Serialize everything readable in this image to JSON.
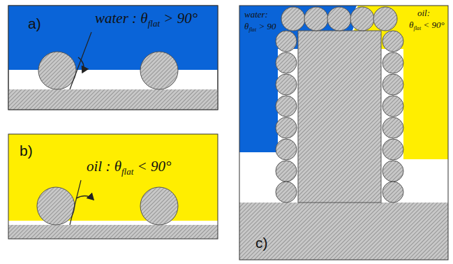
{
  "diagram": {
    "labels": [
      "a)",
      "water : θflat > 90°",
      "b)",
      "oil : θflat < 90°",
      "water:",
      "θflat > 90",
      "oil:",
      "θflat < 90°",
      "c)"
    ]
  }
}
